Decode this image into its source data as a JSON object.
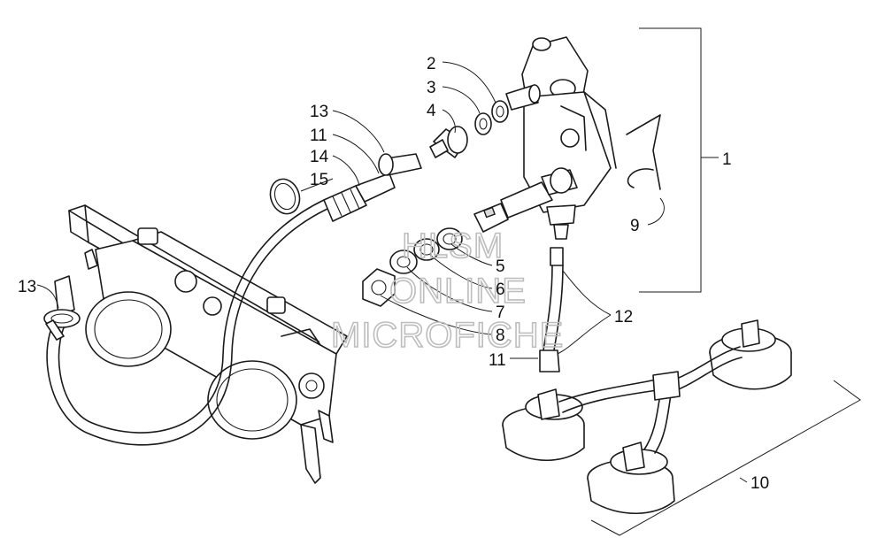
{
  "diagram": {
    "callouts": [
      {
        "id": "c1",
        "label": "1"
      },
      {
        "id": "c2",
        "label": "2"
      },
      {
        "id": "c3",
        "label": "3"
      },
      {
        "id": "c4",
        "label": "4"
      },
      {
        "id": "c5",
        "label": "5"
      },
      {
        "id": "c6",
        "label": "6"
      },
      {
        "id": "c7",
        "label": "7"
      },
      {
        "id": "c8",
        "label": "8"
      },
      {
        "id": "c9",
        "label": "9"
      },
      {
        "id": "c10",
        "label": "10"
      },
      {
        "id": "c11a",
        "label": "11"
      },
      {
        "id": "c11b",
        "label": "11"
      },
      {
        "id": "c12",
        "label": "12"
      },
      {
        "id": "c13a",
        "label": "13"
      },
      {
        "id": "c13b",
        "label": "13"
      },
      {
        "id": "c14",
        "label": "14"
      },
      {
        "id": "c15",
        "label": "15"
      }
    ]
  },
  "watermark": {
    "line1": "HLSM",
    "line2": "ONLINE",
    "line3": "MICROFICHE"
  }
}
